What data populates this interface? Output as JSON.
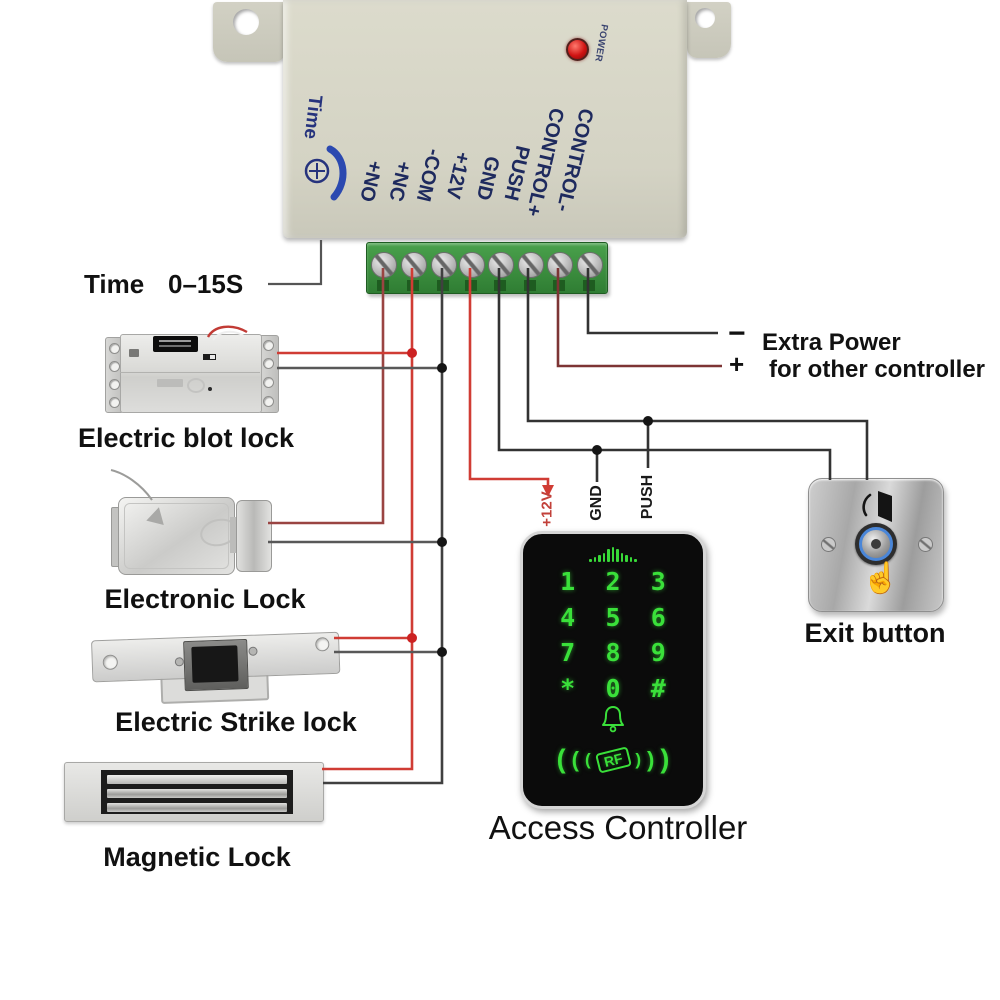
{
  "controller": {
    "power_label": "POWER",
    "knob_label": "Time",
    "terminals": [
      "+NO",
      "+NC",
      "-COM",
      "+12V",
      "GND",
      "PUSH",
      "CONTROL+",
      "CONTROL-"
    ]
  },
  "annotations": {
    "time_label": "Time",
    "time_value": "0–15S",
    "plus12v_label": "+12V",
    "gnd_label": "GND",
    "push_label": "PUSH",
    "extra_minus": "−",
    "extra_plus": "+",
    "extra_line1": "Extra Power",
    "extra_line2": "for other controller"
  },
  "devices": {
    "bolt_lock_caption": "Electric blot lock",
    "electronic_lock_caption": "Electronic Lock",
    "strike_lock_caption": "Electric Strike lock",
    "magnetic_lock_caption": "Magnetic Lock",
    "access_controller_caption": "Access Controller",
    "exit_button_caption": "Exit button"
  },
  "keypad": {
    "keys": [
      "1",
      "2",
      "3",
      "4",
      "5",
      "6",
      "7",
      "8",
      "9",
      "*",
      "0",
      "#"
    ],
    "rf_label": "RF"
  },
  "colors": {
    "wire_red": "#d03c34",
    "wire_dark_red": "#9a4442",
    "wire_maroon": "#7d3434",
    "wire_black": "#3a3a3a",
    "terminal_green": "#3f8f3f",
    "keypad_green": "#3ae03a",
    "label_navy": "#1e2a5e",
    "led_red": "#d01313"
  }
}
